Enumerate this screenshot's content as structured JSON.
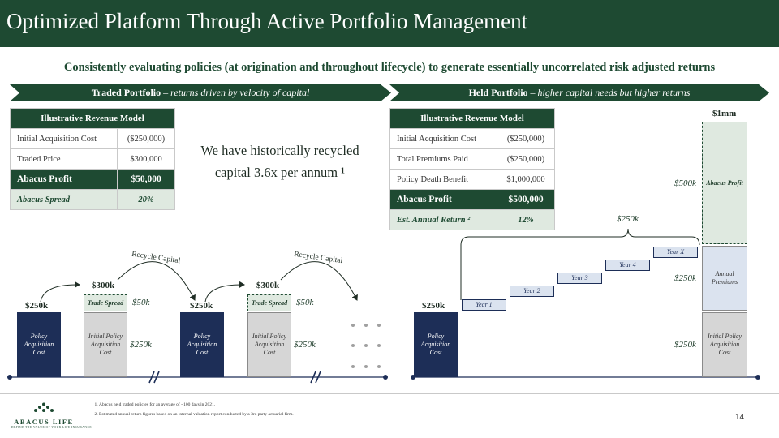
{
  "header": {
    "title": "Optimized Platform Through Active Portfolio Management"
  },
  "subtitle": "Consistently evaluating policies (at origination and throughout lifecycle) to generate essentially uncorrelated risk adjusted returns",
  "traded": {
    "banner_bold": "Traded Portfolio",
    "banner_italic": " – returns driven by velocity of capital",
    "table_title": "Illustrative Revenue Model",
    "rows": [
      {
        "label": "Initial Acquisition Cost",
        "value": "($250,000)"
      },
      {
        "label": "Traded Price",
        "value": "$300,000"
      }
    ],
    "profit": {
      "label": "Abacus Profit",
      "value": "$50,000"
    },
    "spread": {
      "label": "Abacus Spread",
      "value": "20%"
    },
    "recycle_note": "We have historically recycled capital 3.6x per annum ¹",
    "diagram": {
      "cost_label": "$250k",
      "price_label": "$300k",
      "spread_value": "$50k",
      "initial_value": "$250k",
      "policy_box": "Policy Acquisition Cost",
      "initial_box": "Initial Policy Acquisition Cost",
      "spread_box": "Trade Spread",
      "recycle_label": "Recycle Capital",
      "cost_label_2": "$250k",
      "price_label_2": "$300k",
      "spread_value_2": "$50k",
      "initial_value_2": "$250k",
      "recycle_label_2": "Recycle Capital"
    }
  },
  "held": {
    "banner_bold": "Held Portfolio",
    "banner_italic": " – higher capital needs but higher returns",
    "table_title": "Illustrative Revenue Model",
    "rows": [
      {
        "label": "Initial Acquisition Cost",
        "value": "($250,000)"
      },
      {
        "label": "Total Premiums Paid",
        "value": "($250,000)"
      },
      {
        "label": "Policy Death Benefit",
        "value": "$1,000,000"
      }
    ],
    "profit": {
      "label": "Abacus Profit",
      "value": "$500,000"
    },
    "spread": {
      "label": "Est. Annual Return ²",
      "value": "12%"
    },
    "diagram": {
      "cost_label": "$250k",
      "policy_box": "Policy Acquisition Cost",
      "premium_brace": "$250k",
      "years": [
        "Year 1",
        "Year 2",
        "Year 3",
        "Year 4",
        "Year X"
      ],
      "total_label": "$1mm",
      "abacus_box": "Abacus Profit",
      "abacus_value": "$500k",
      "premium_box": "Annual Premiums",
      "premium_value": "$250k",
      "initial_box": "Initial Policy Acquisition Cost",
      "initial_value": "$250k"
    }
  },
  "footnotes": [
    "Abacus held traded policies for an average of ~100 days in 2021.",
    "Estimated annual return figures based on an internal valuation report conducted by a 3rd party actuarial firm."
  ],
  "logo": {
    "name": "ABACUS LIFE",
    "tagline": "DEFINE THE VALUE OF YOUR LIFE INSURANCE"
  },
  "page_number": "14",
  "colors": {
    "green": "#1e4a32",
    "navy": "#1d2e57",
    "light_green": "#dfe9e0",
    "grey": "#d6d6d6"
  }
}
